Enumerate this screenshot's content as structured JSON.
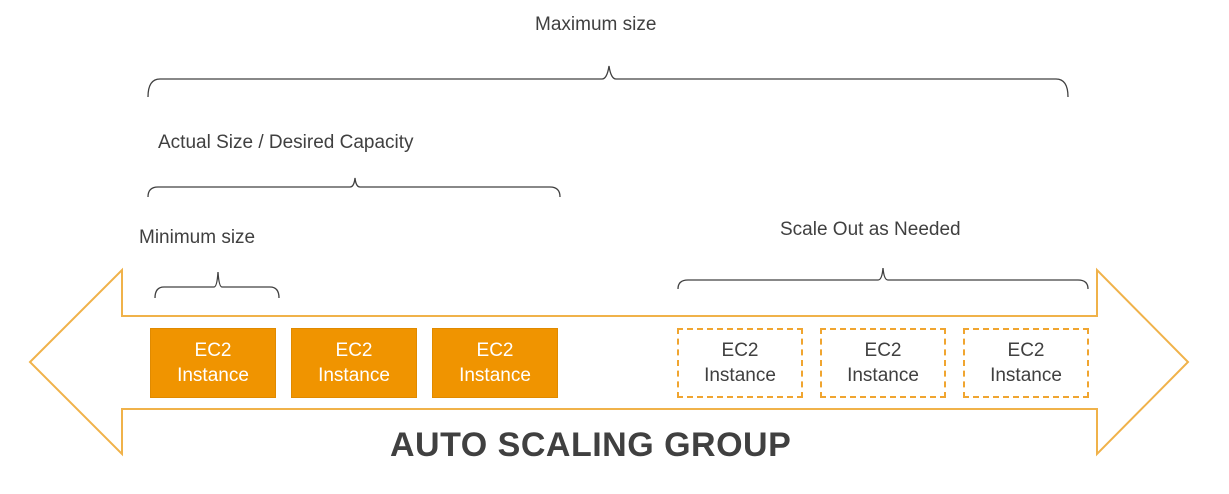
{
  "labels": {
    "maximum": "Maximum size",
    "desired": "Actual Size / Desired Capacity",
    "minimum": "Minimum size",
    "scale_out": "Scale Out as Needed"
  },
  "title": "AUTO SCALING GROUP",
  "instances": {
    "running": [
      {
        "line1": "EC2",
        "line2": "Instance"
      },
      {
        "line1": "EC2",
        "line2": "Instance"
      },
      {
        "line1": "EC2",
        "line2": "Instance"
      }
    ],
    "potential": [
      {
        "line1": "EC2",
        "line2": "Instance"
      },
      {
        "line1": "EC2",
        "line2": "Instance"
      },
      {
        "line1": "EC2",
        "line2": "Instance"
      }
    ]
  },
  "colors": {
    "arrow_outline": "#f0b24a",
    "instance_fill": "#f09400",
    "instance_dashed_border": "#f0a530",
    "bracket": "#404040",
    "text": "#404040"
  }
}
